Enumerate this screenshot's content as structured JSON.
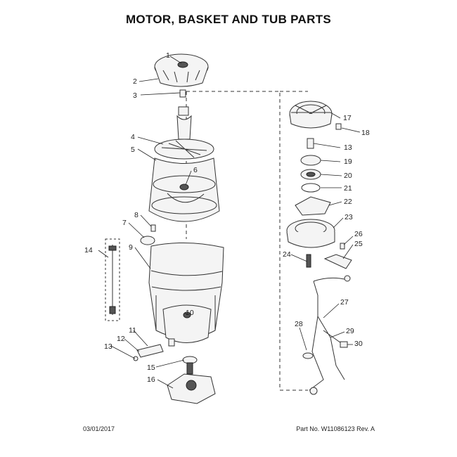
{
  "title": "MOTOR, BASKET AND TUB PARTS",
  "footer": {
    "date": "03/01/2017",
    "part_info": "Part No. W11086123  Rev. A"
  },
  "callouts": [
    "1",
    "2",
    "3",
    "4",
    "5",
    "6",
    "7",
    "8",
    "9",
    "10",
    "11",
    "12",
    "13",
    "14",
    "15",
    "16",
    "17",
    "18",
    "13",
    "19",
    "20",
    "21",
    "22",
    "23",
    "24",
    "25",
    "26",
    "27",
    "28",
    "29",
    "30"
  ]
}
